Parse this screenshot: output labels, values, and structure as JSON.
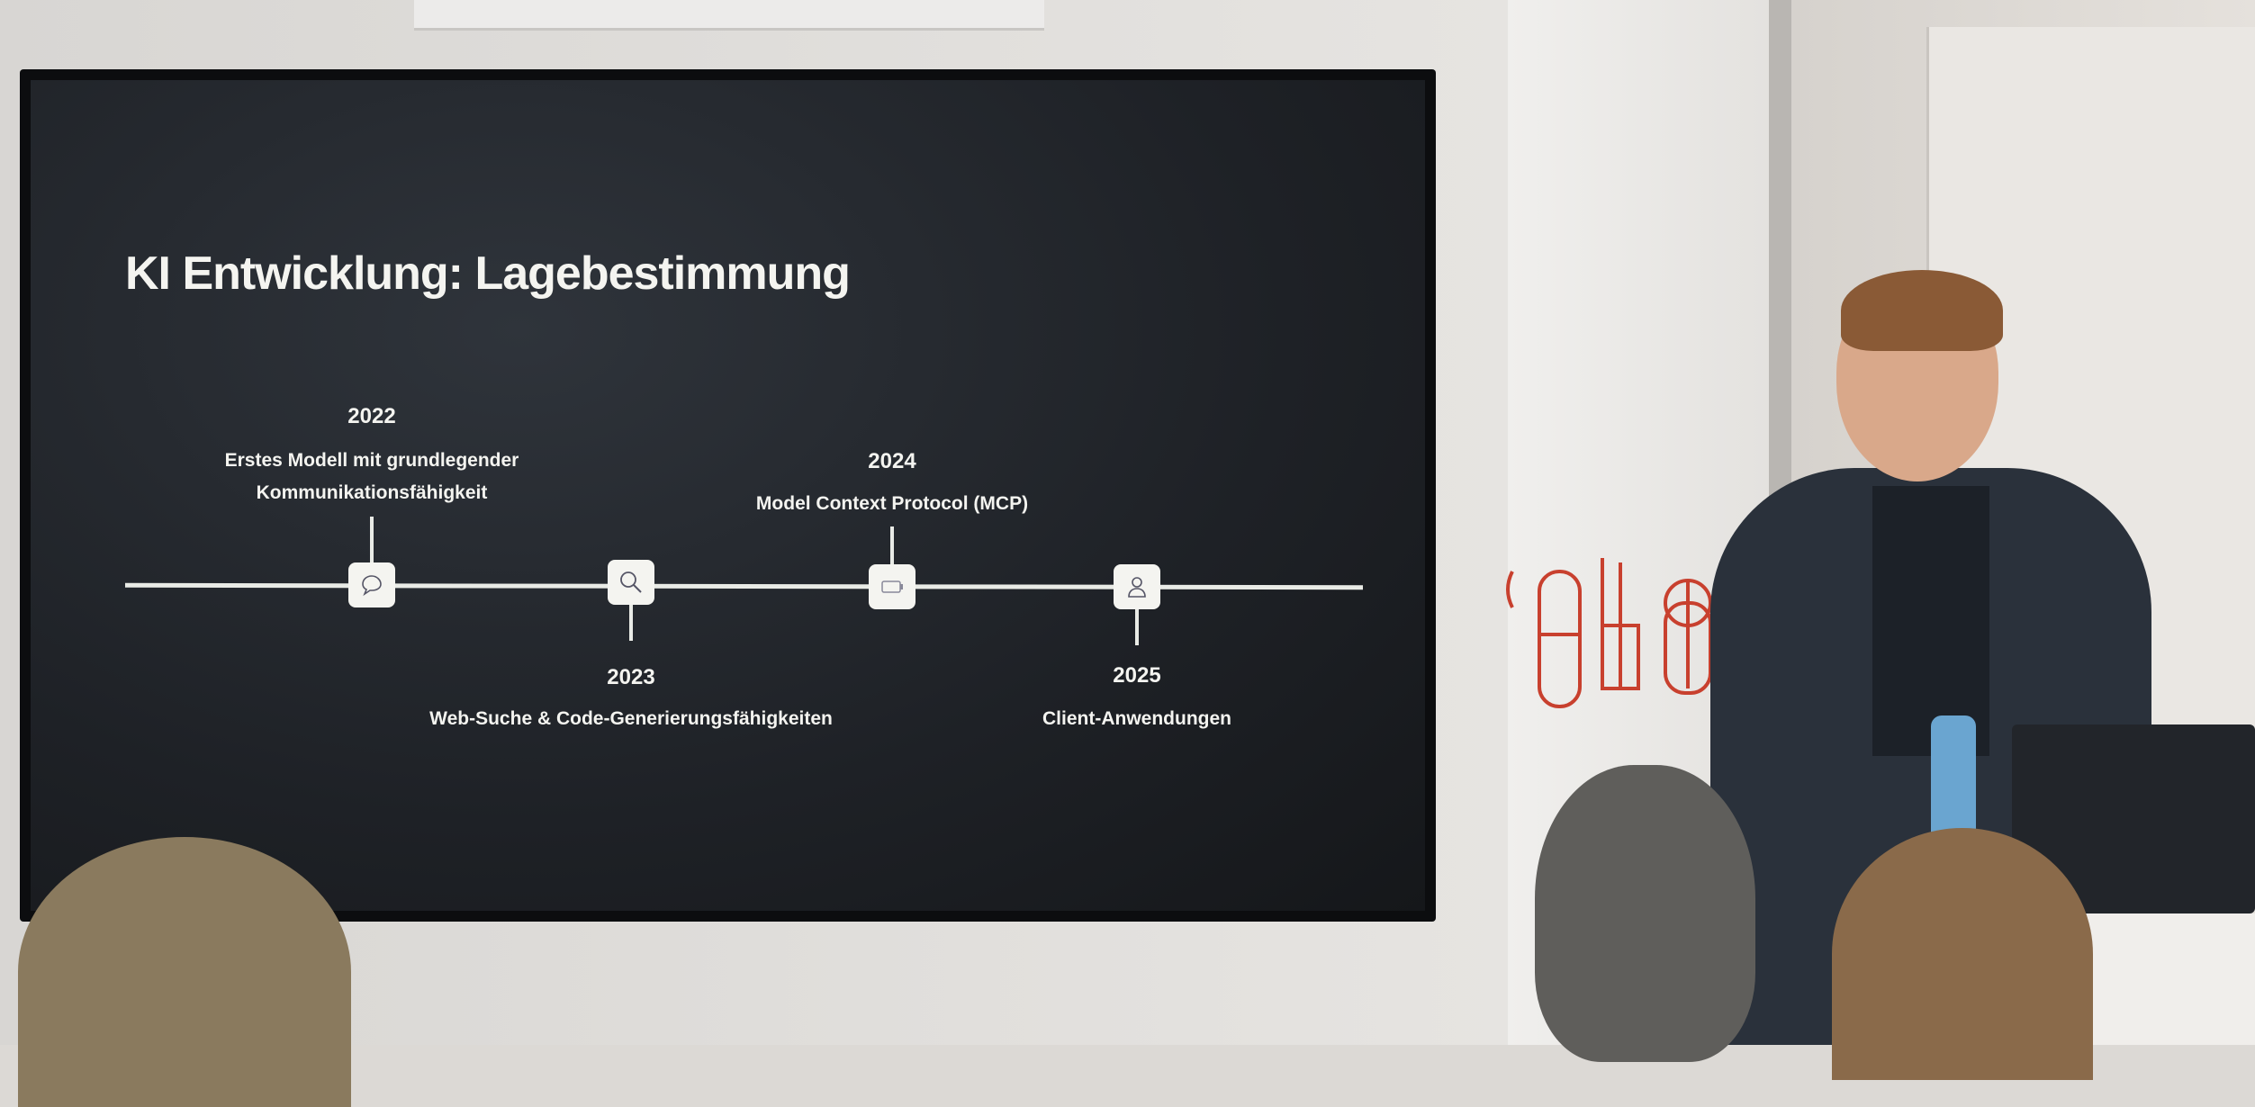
{
  "slide": {
    "title": "KI Entwicklung: Lagebestimmung",
    "milestones": [
      {
        "year": "2022",
        "description": [
          "Erstes Modell mit grundlegender",
          "Kommunikationsfähigkeit"
        ],
        "icon": "chat-bubble-icon",
        "position": "above"
      },
      {
        "year": "2023",
        "description": [
          "Web-Suche & Code-Generierungsfähigkeiten"
        ],
        "icon": "search-icon",
        "position": "below"
      },
      {
        "year": "2024",
        "description": [
          "Model Context Protocol (MCP)"
        ],
        "icon": "battery-icon",
        "position": "above"
      },
      {
        "year": "2025",
        "description": [
          "Client-Anwendungen"
        ],
        "icon": "user-icon",
        "position": "below"
      }
    ]
  },
  "colors": {
    "slide_bg": "#1e2126",
    "text": "#f4f4f0",
    "logo_red": "#c8402e"
  }
}
